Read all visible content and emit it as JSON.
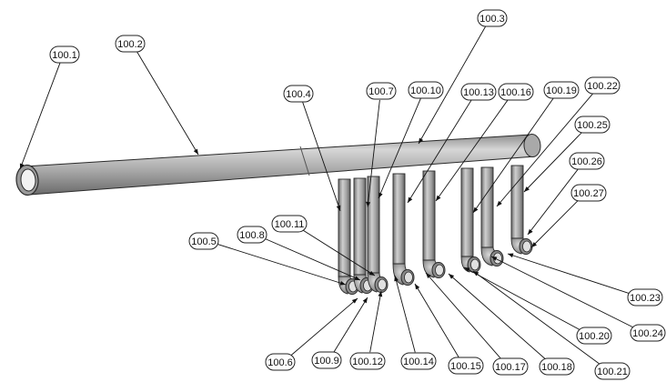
{
  "colors": {
    "pipe_light": "#d4d4d4",
    "pipe_mid": "#a6a6a6",
    "pipe_dark": "#6e6e6e",
    "outline": "#2a2a2a",
    "leader": "#111111",
    "label_border": "#222222",
    "background": "#ffffff"
  },
  "callouts": [
    {
      "id": "100.1",
      "label": "100.1"
    },
    {
      "id": "100.2",
      "label": "100.2"
    },
    {
      "id": "100.3",
      "label": "100.3"
    },
    {
      "id": "100.4",
      "label": "100.4"
    },
    {
      "id": "100.5",
      "label": "100.5"
    },
    {
      "id": "100.6",
      "label": "100.6"
    },
    {
      "id": "100.7",
      "label": "100.7"
    },
    {
      "id": "100.8",
      "label": "100.8"
    },
    {
      "id": "100.9",
      "label": "100.9"
    },
    {
      "id": "100.10",
      "label": "100.10"
    },
    {
      "id": "100.11",
      "label": "100.11"
    },
    {
      "id": "100.12",
      "label": "100.12"
    },
    {
      "id": "100.13",
      "label": "100.13"
    },
    {
      "id": "100.14",
      "label": "100.14"
    },
    {
      "id": "100.15",
      "label": "100.15"
    },
    {
      "id": "100.16",
      "label": "100.16"
    },
    {
      "id": "100.17",
      "label": "100.17"
    },
    {
      "id": "100.18",
      "label": "100.18"
    },
    {
      "id": "100.19",
      "label": "100.19"
    },
    {
      "id": "100.20",
      "label": "100.20"
    },
    {
      "id": "100.21",
      "label": "100.21"
    },
    {
      "id": "100.22",
      "label": "100.22"
    },
    {
      "id": "100.23",
      "label": "100.23"
    },
    {
      "id": "100.24",
      "label": "100.24"
    },
    {
      "id": "100.25",
      "label": "100.25"
    },
    {
      "id": "100.26",
      "label": "100.26"
    },
    {
      "id": "100.27",
      "label": "100.27"
    }
  ]
}
